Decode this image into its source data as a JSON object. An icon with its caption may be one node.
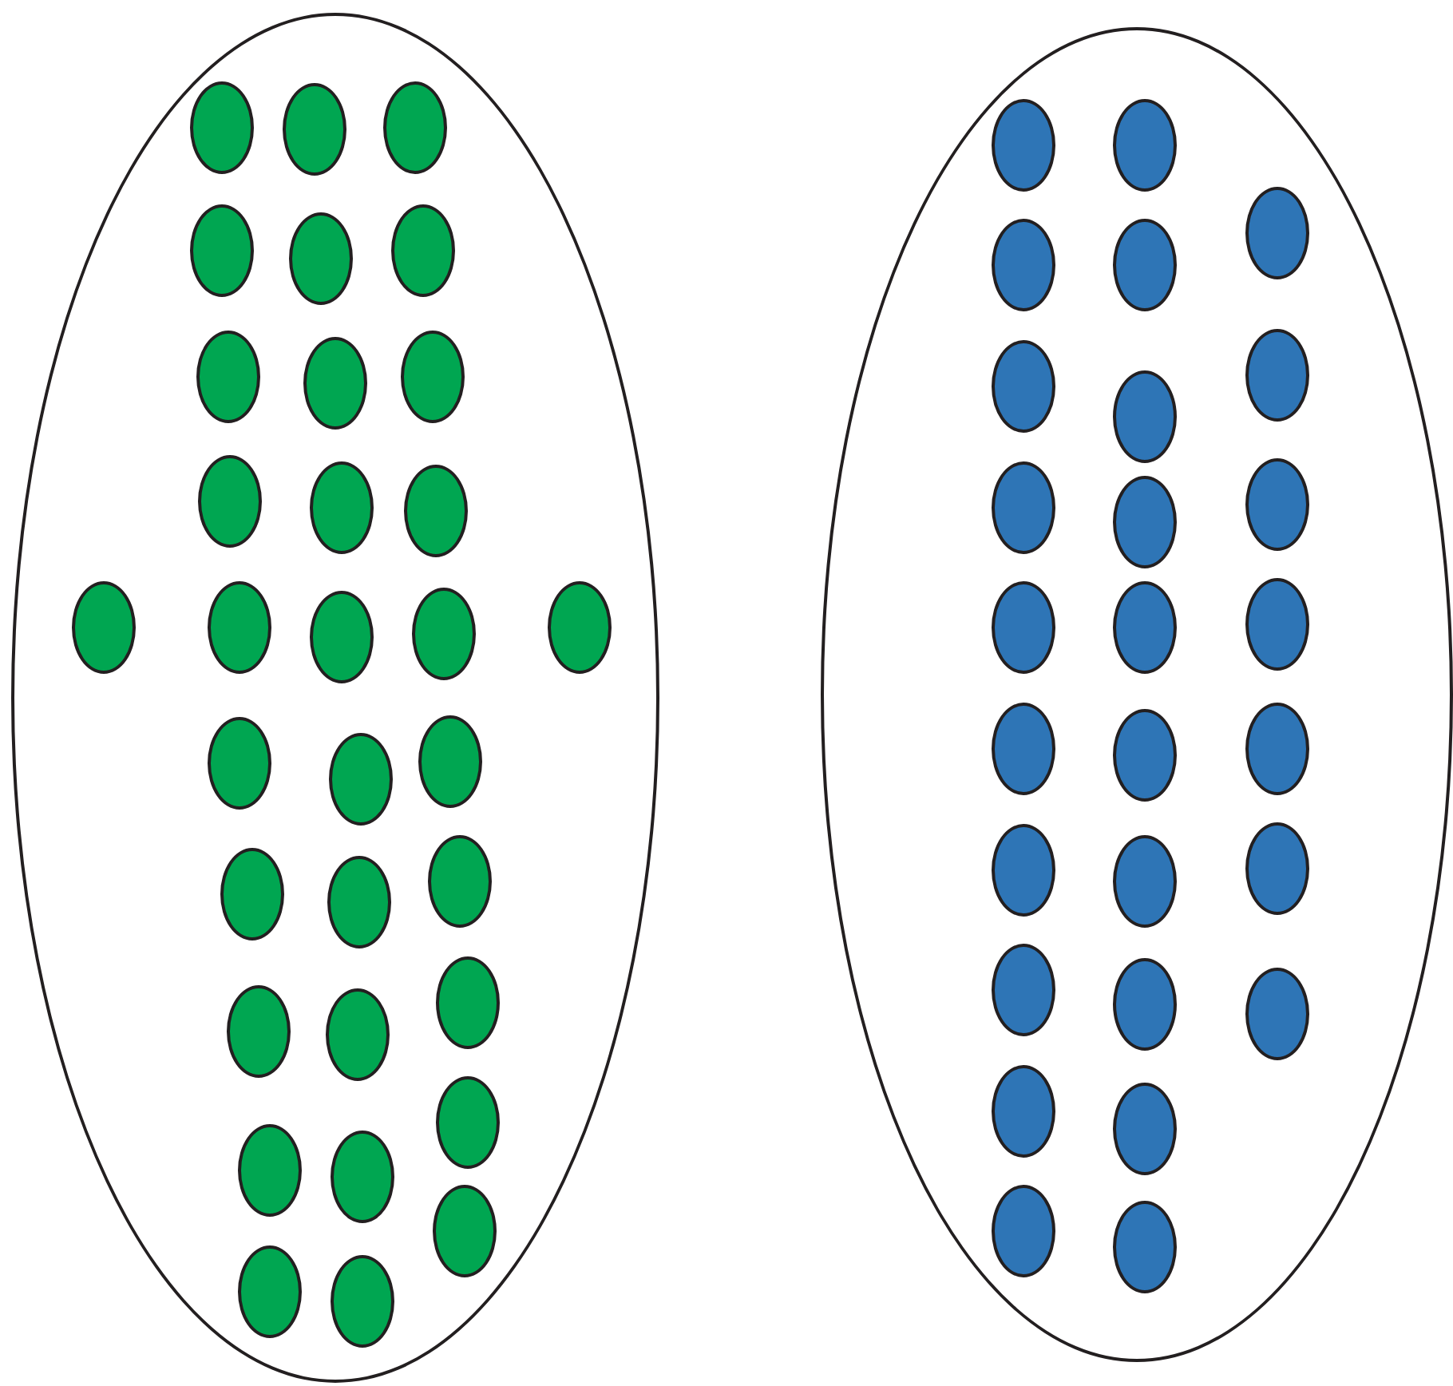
{
  "diagram": {
    "nodes": [
      {
        "text": [],
        "shape": "ellipse"
      },
      {
        "text": [],
        "shape": "ellipse",
        "in": 0
      },
      {
        "text": [],
        "shape": "ellipse",
        "in": 0
      },
      {
        "text": [],
        "shape": "ellipse",
        "in": 0
      },
      {
        "text": [],
        "shape": "ellipse",
        "in": 0
      },
      {
        "text": [],
        "shape": "ellipse",
        "in": 0
      },
      {
        "text": [],
        "shape": "ellipse",
        "in": 0
      },
      {
        "text": [],
        "shape": "ellipse",
        "in": 0
      },
      {
        "text": [],
        "shape": "ellipse",
        "in": 0
      },
      {
        "text": [],
        "shape": "ellipse",
        "in": 0
      },
      {
        "text": [],
        "shape": "ellipse",
        "in": 0
      },
      {
        "text": [],
        "shape": "ellipse",
        "in": 0
      },
      {
        "text": [],
        "shape": "ellipse",
        "in": 0
      },
      {
        "text": [],
        "shape": "ellipse",
        "in": 0
      },
      {
        "text": [],
        "shape": "ellipse",
        "in": 0
      },
      {
        "text": [],
        "shape": "ellipse",
        "in": 0
      },
      {
        "text": [],
        "shape": "ellipse",
        "in": 0
      },
      {
        "text": [],
        "shape": "ellipse",
        "in": 0
      },
      {
        "text": [],
        "shape": "ellipse",
        "in": 0
      },
      {
        "text": [],
        "shape": "ellipse",
        "in": 0
      },
      {
        "text": [],
        "shape": "ellipse",
        "in": 0
      },
      {
        "text": [],
        "shape": "ellipse",
        "in": 0
      },
      {
        "text": [],
        "shape": "ellipse",
        "in": 0
      },
      {
        "text": [],
        "shape": "ellipse",
        "in": 0
      },
      {
        "text": [],
        "shape": "ellipse",
        "in": 0
      },
      {
        "text": [],
        "shape": "ellipse",
        "in": 0
      },
      {
        "text": [],
        "shape": "ellipse",
        "in": 0
      },
      {
        "text": [],
        "shape": "ellipse",
        "in": 0
      },
      {
        "text": [],
        "shape": "ellipse",
        "in": 0
      },
      {
        "text": [],
        "shape": "ellipse",
        "in": 0
      },
      {
        "text": [],
        "shape": "ellipse",
        "in": 0
      },
      {
        "text": [],
        "shape": "ellipse",
        "in": 0
      },
      {
        "text": [],
        "shape": "ellipse",
        "in": 0
      },
      {
        "text": [],
        "shape": "ellipse"
      },
      {
        "text": [],
        "shape": "ellipse",
        "in": 33
      },
      {
        "text": [],
        "shape": "ellipse",
        "in": 33
      },
      {
        "text": [],
        "shape": "ellipse",
        "in": 33
      },
      {
        "text": [],
        "shape": "ellipse",
        "in": 33
      },
      {
        "text": [],
        "shape": "ellipse",
        "in": 33
      },
      {
        "text": [],
        "shape": "ellipse",
        "in": 33
      },
      {
        "text": [],
        "shape": "ellipse",
        "in": 33
      },
      {
        "text": [],
        "shape": "ellipse",
        "in": 33
      },
      {
        "text": [],
        "shape": "ellipse",
        "in": 33
      },
      {
        "text": [],
        "shape": "ellipse",
        "in": 33
      },
      {
        "text": [],
        "shape": "ellipse",
        "in": 33
      },
      {
        "text": [],
        "shape": "ellipse",
        "in": 33
      },
      {
        "text": [],
        "shape": "ellipse",
        "in": 33
      },
      {
        "text": [],
        "shape": "ellipse",
        "in": 33
      },
      {
        "text": [],
        "shape": "ellipse",
        "in": 33
      },
      {
        "text": [],
        "shape": "ellipse",
        "in": 33
      },
      {
        "text": [],
        "shape": "ellipse",
        "in": 33
      },
      {
        "text": [],
        "shape": "ellipse",
        "in": 33
      },
      {
        "text": [],
        "shape": "ellipse",
        "in": 33
      },
      {
        "text": [],
        "shape": "ellipse",
        "in": 33
      },
      {
        "text": [],
        "shape": "ellipse",
        "in": 33
      },
      {
        "text": [],
        "shape": "ellipse",
        "in": 33
      },
      {
        "text": [],
        "shape": "ellipse",
        "in": 33
      },
      {
        "text": [],
        "shape": "ellipse",
        "in": 33
      },
      {
        "text": [],
        "shape": "ellipse",
        "in": 33
      },
      {
        "text": [],
        "shape": "ellipse",
        "in": 33
      },
      {
        "text": [],
        "shape": "ellipse",
        "in": 33
      }
    ]
  }
}
